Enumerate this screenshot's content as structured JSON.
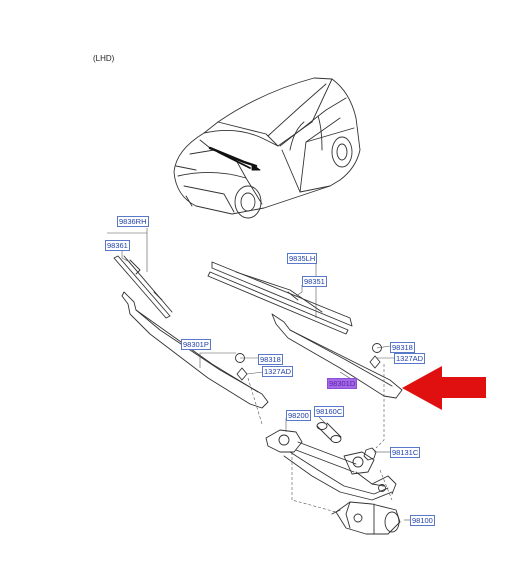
{
  "diagram": {
    "variant_label": "(LHD)",
    "part_callouts": [
      {
        "code": "9836RH"
      },
      {
        "code": "98361"
      },
      {
        "code": "9835LH"
      },
      {
        "code": "98351"
      },
      {
        "code": "98301P"
      },
      {
        "code": "98318"
      },
      {
        "code": "1327AD"
      },
      {
        "code": "98318"
      },
      {
        "code": "1327AD"
      },
      {
        "code": "98301D",
        "highlighted": true
      },
      {
        "code": "98200"
      },
      {
        "code": "98160C"
      },
      {
        "code": "98131C"
      },
      {
        "code": "98100"
      }
    ],
    "colors": {
      "callout_text": "#1f3fa8",
      "callout_border": "#5a78c8",
      "highlight_fill": "#a46ae6",
      "pointer_arrow": "#e01010",
      "line_art": "#333333"
    }
  }
}
